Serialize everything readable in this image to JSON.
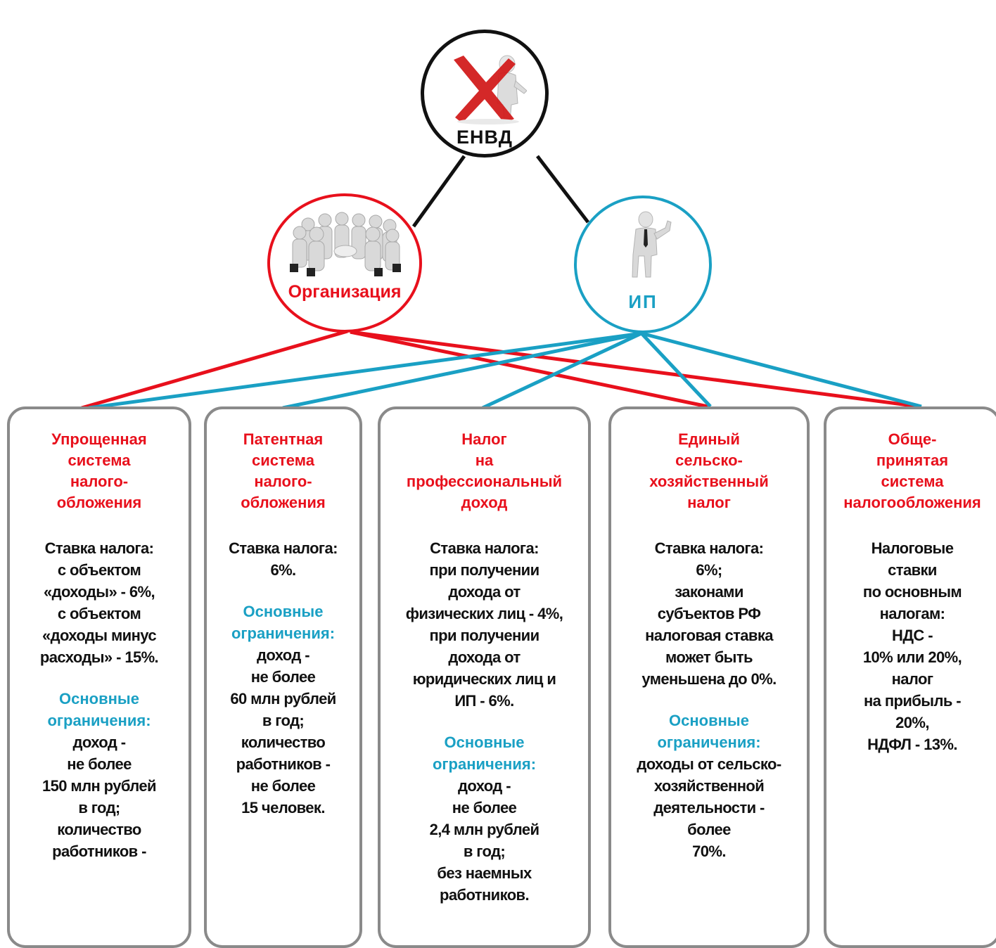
{
  "nodes": {
    "envd": {
      "label": "ЕНВД",
      "icon": "person-with-red-x-icon",
      "color": "#111111"
    },
    "org": {
      "label": "Организация",
      "icon": "business-people-group-icon",
      "color": "#e8101c"
    },
    "ip": {
      "label": "ИП",
      "icon": "businessman-thumbs-up-icon",
      "color": "#1aa0c4"
    }
  },
  "cards": [
    {
      "title": [
        "Упрощенная",
        "система",
        "налого-",
        "обложения"
      ],
      "body": [
        "Ставка налога:",
        "с объектом",
        "«доходы» - 6%,",
        "с объектом",
        "«доходы минус",
        "расходы» - 15%."
      ],
      "limits_heading": [
        "Основные",
        "ограничения:"
      ],
      "limits": [
        "доход -",
        "не более",
        "150 млн рублей",
        "в год;",
        "количество",
        "работников -"
      ]
    },
    {
      "title": [
        "Патентная",
        "система",
        "налого-",
        "обложения"
      ],
      "body": [
        "Ставка налога:",
        "6%."
      ],
      "limits_heading": [
        "Основные",
        "ограничения:"
      ],
      "limits": [
        "доход -",
        "не более",
        "60 млн рублей",
        "в год;",
        "количество",
        "работников -",
        "не более",
        "15 человек."
      ]
    },
    {
      "title": [
        "Налог",
        "на",
        "профессиональный",
        "доход"
      ],
      "body": [
        "Ставка налога:",
        "при получении",
        "дохода от",
        "физических лиц - 4%,",
        "при получении",
        "дохода от",
        "юридических лиц и",
        "ИП - 6%."
      ],
      "limits_heading": [
        "Основные",
        "ограничения:"
      ],
      "limits": [
        "доход -",
        "не более",
        "2,4 млн рублей",
        "в год;",
        "без наемных",
        "работников."
      ]
    },
    {
      "title": [
        "Единый",
        "сельско-",
        "хозяйственный",
        "налог"
      ],
      "body": [
        "Ставка налога:",
        "6%;",
        "законами",
        "субъектов РФ",
        "налоговая ставка",
        "может быть",
        "уменьшена до 0%."
      ],
      "limits_heading": [
        "Основные",
        "ограничения:"
      ],
      "limits": [
        "доходы от сельско-",
        "хозяйственной",
        "деятельности -",
        "более",
        "70%."
      ]
    },
    {
      "title": [
        "Обще-",
        "принятая",
        "система",
        "налогообложения"
      ],
      "body": [
        "Налоговые",
        "ставки",
        "по основным",
        "налогам:",
        "НДС -",
        "10% или 20%,",
        "налог",
        "на прибыль -",
        "20%,",
        "НДФЛ - 13%."
      ],
      "limits_heading": [],
      "limits": []
    }
  ],
  "colors": {
    "org": "#e8101c",
    "ip": "#1aa0c4",
    "root": "#111111",
    "card_border": "#8a8a8a",
    "heading": "#1aa0c4"
  }
}
